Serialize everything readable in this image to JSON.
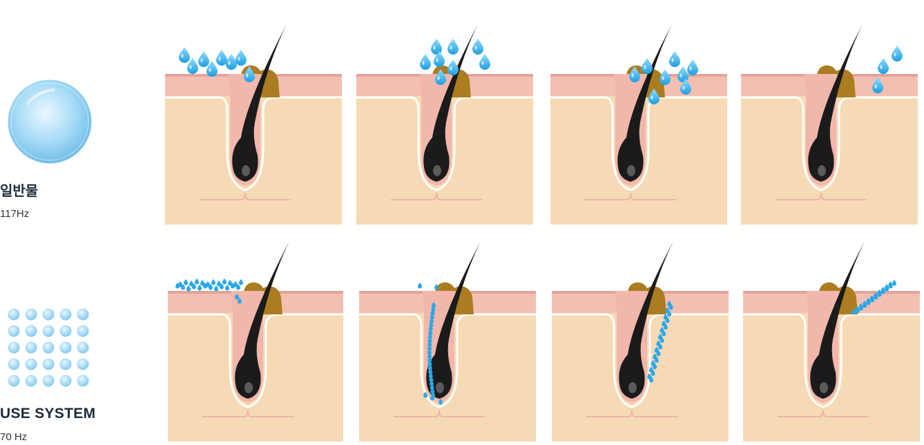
{
  "rows": [
    {
      "title": "일반물",
      "frequency": "117Hz",
      "droplet_type": "large"
    },
    {
      "title": "USE SYSTEM",
      "frequency": "70 Hz",
      "droplet_type": "micro"
    }
  ],
  "colors": {
    "background": "#ffffff",
    "skin_surface": "#f3bfb3",
    "skin_edge": "#e2a398",
    "dermis": "#f5dab5",
    "hair": "#1b1b1b",
    "hair_highlight": "#5a5a5a",
    "sebaceous_gland": "#ab7c20",
    "follicle_lining": "#f2b7ab",
    "water_drop": "#27a8e6",
    "water_drop_light": "#8fdcff",
    "sphere": "#9dd5f5"
  }
}
